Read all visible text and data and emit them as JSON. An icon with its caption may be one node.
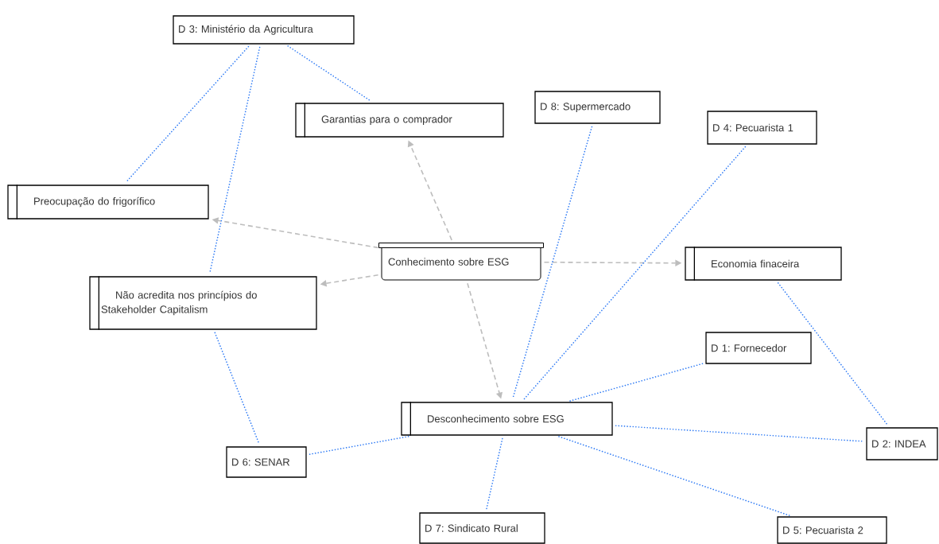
{
  "diagram": {
    "nodes": [
      {
        "text": [
          "Conhecimento sobre ESG"
        ]
      },
      {
        "text": [
          "Garantias para o comprador"
        ]
      },
      {
        "text": [
          "Preocupação do frigorífico"
        ]
      },
      {
        "text": [
          "Não acredita nos princípios do Stakeholder Capitalism"
        ]
      },
      {
        "text": [
          "Economia finaceira"
        ]
      },
      {
        "text": [
          "Desconhecimento sobre ESG"
        ]
      },
      {
        "text": [
          "D 3: Ministério da Agricultura"
        ]
      },
      {
        "text": [
          "D 8: Supermercado"
        ]
      },
      {
        "text": [
          "D 4: Pecuarista 1"
        ]
      },
      {
        "text": [
          "D 1: Fornecedor"
        ]
      },
      {
        "text": [
          "D 2: INDEA"
        ]
      },
      {
        "text": [
          "D 6: SENAR"
        ]
      },
      {
        "text": [
          "D 7: Sindicato Rural"
        ]
      },
      {
        "text": [
          "D 5: Pecuarista 2"
        ]
      }
    ],
    "edges": [
      {
        "from": 0,
        "to": 1,
        "arrow": "to",
        "style": "dashed",
        "color": "#bdbdbd"
      },
      {
        "from": 0,
        "to": 2,
        "arrow": "to",
        "style": "dashed",
        "color": "#bdbdbd"
      },
      {
        "from": 0,
        "to": 3,
        "arrow": "to",
        "style": "dashed",
        "color": "#bdbdbd"
      },
      {
        "from": 0,
        "to": 4,
        "arrow": "to",
        "style": "dashed",
        "color": "#bdbdbd"
      },
      {
        "from": 0,
        "to": 5,
        "arrow": "to",
        "style": "dashed",
        "color": "#bdbdbd"
      },
      {
        "from": 6,
        "to": 1,
        "arrow": "none"
      },
      {
        "from": 6,
        "to": 2,
        "arrow": "none"
      },
      {
        "from": 6,
        "to": 3,
        "arrow": "none"
      },
      {
        "from": 3,
        "to": 11,
        "arrow": "none"
      },
      {
        "from": 11,
        "to": 5,
        "arrow": "none"
      },
      {
        "from": 7,
        "to": 5,
        "arrow": "none"
      },
      {
        "from": 8,
        "to": 5,
        "arrow": "none"
      },
      {
        "from": 9,
        "to": 5,
        "arrow": "none"
      },
      {
        "from": 5,
        "to": 10,
        "arrow": "none"
      },
      {
        "from": 5,
        "to": 12,
        "arrow": "none"
      },
      {
        "from": 5,
        "to": 13,
        "arrow": "none"
      },
      {
        "from": 4,
        "to": 10,
        "arrow": "none"
      }
    ]
  }
}
